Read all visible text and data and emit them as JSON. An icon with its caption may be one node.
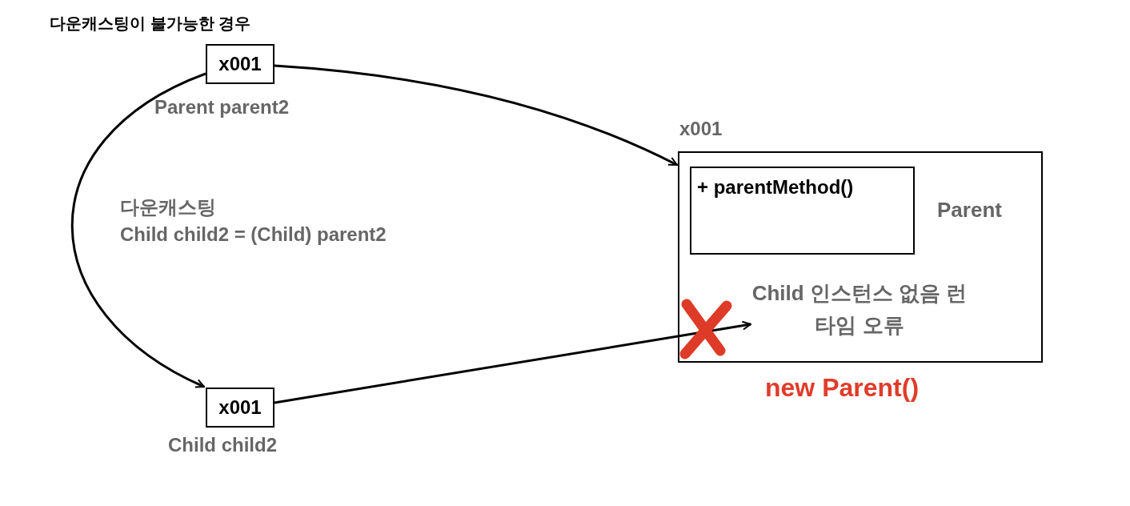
{
  "diagram": {
    "title": "다운캐스팅이 불가능한 경우",
    "nodes": [
      {
        "text": [
          "x001"
        ],
        "beside": [
          "Parent parent2"
        ]
      },
      {
        "text": [
          "x001"
        ],
        "beside": [
          "Child child2"
        ]
      },
      {
        "text": [
          "Parent",
          "Child 인스턴스 없음 런타임 오류"
        ],
        "beside": [
          "x001",
          "new Parent()"
        ]
      },
      {
        "text": [
          "+ parentMethod()"
        ],
        "in": 2
      }
    ],
    "edges": [
      {
        "from": 0,
        "to": 2,
        "arrow": "to"
      },
      {
        "from": 0,
        "to": 1,
        "arrow": "to"
      },
      {
        "from": 1,
        "to": 2,
        "arrow": "to"
      }
    ],
    "labels": [
      "다운캐스팅",
      "Child child2 = (Child) parent2"
    ]
  }
}
